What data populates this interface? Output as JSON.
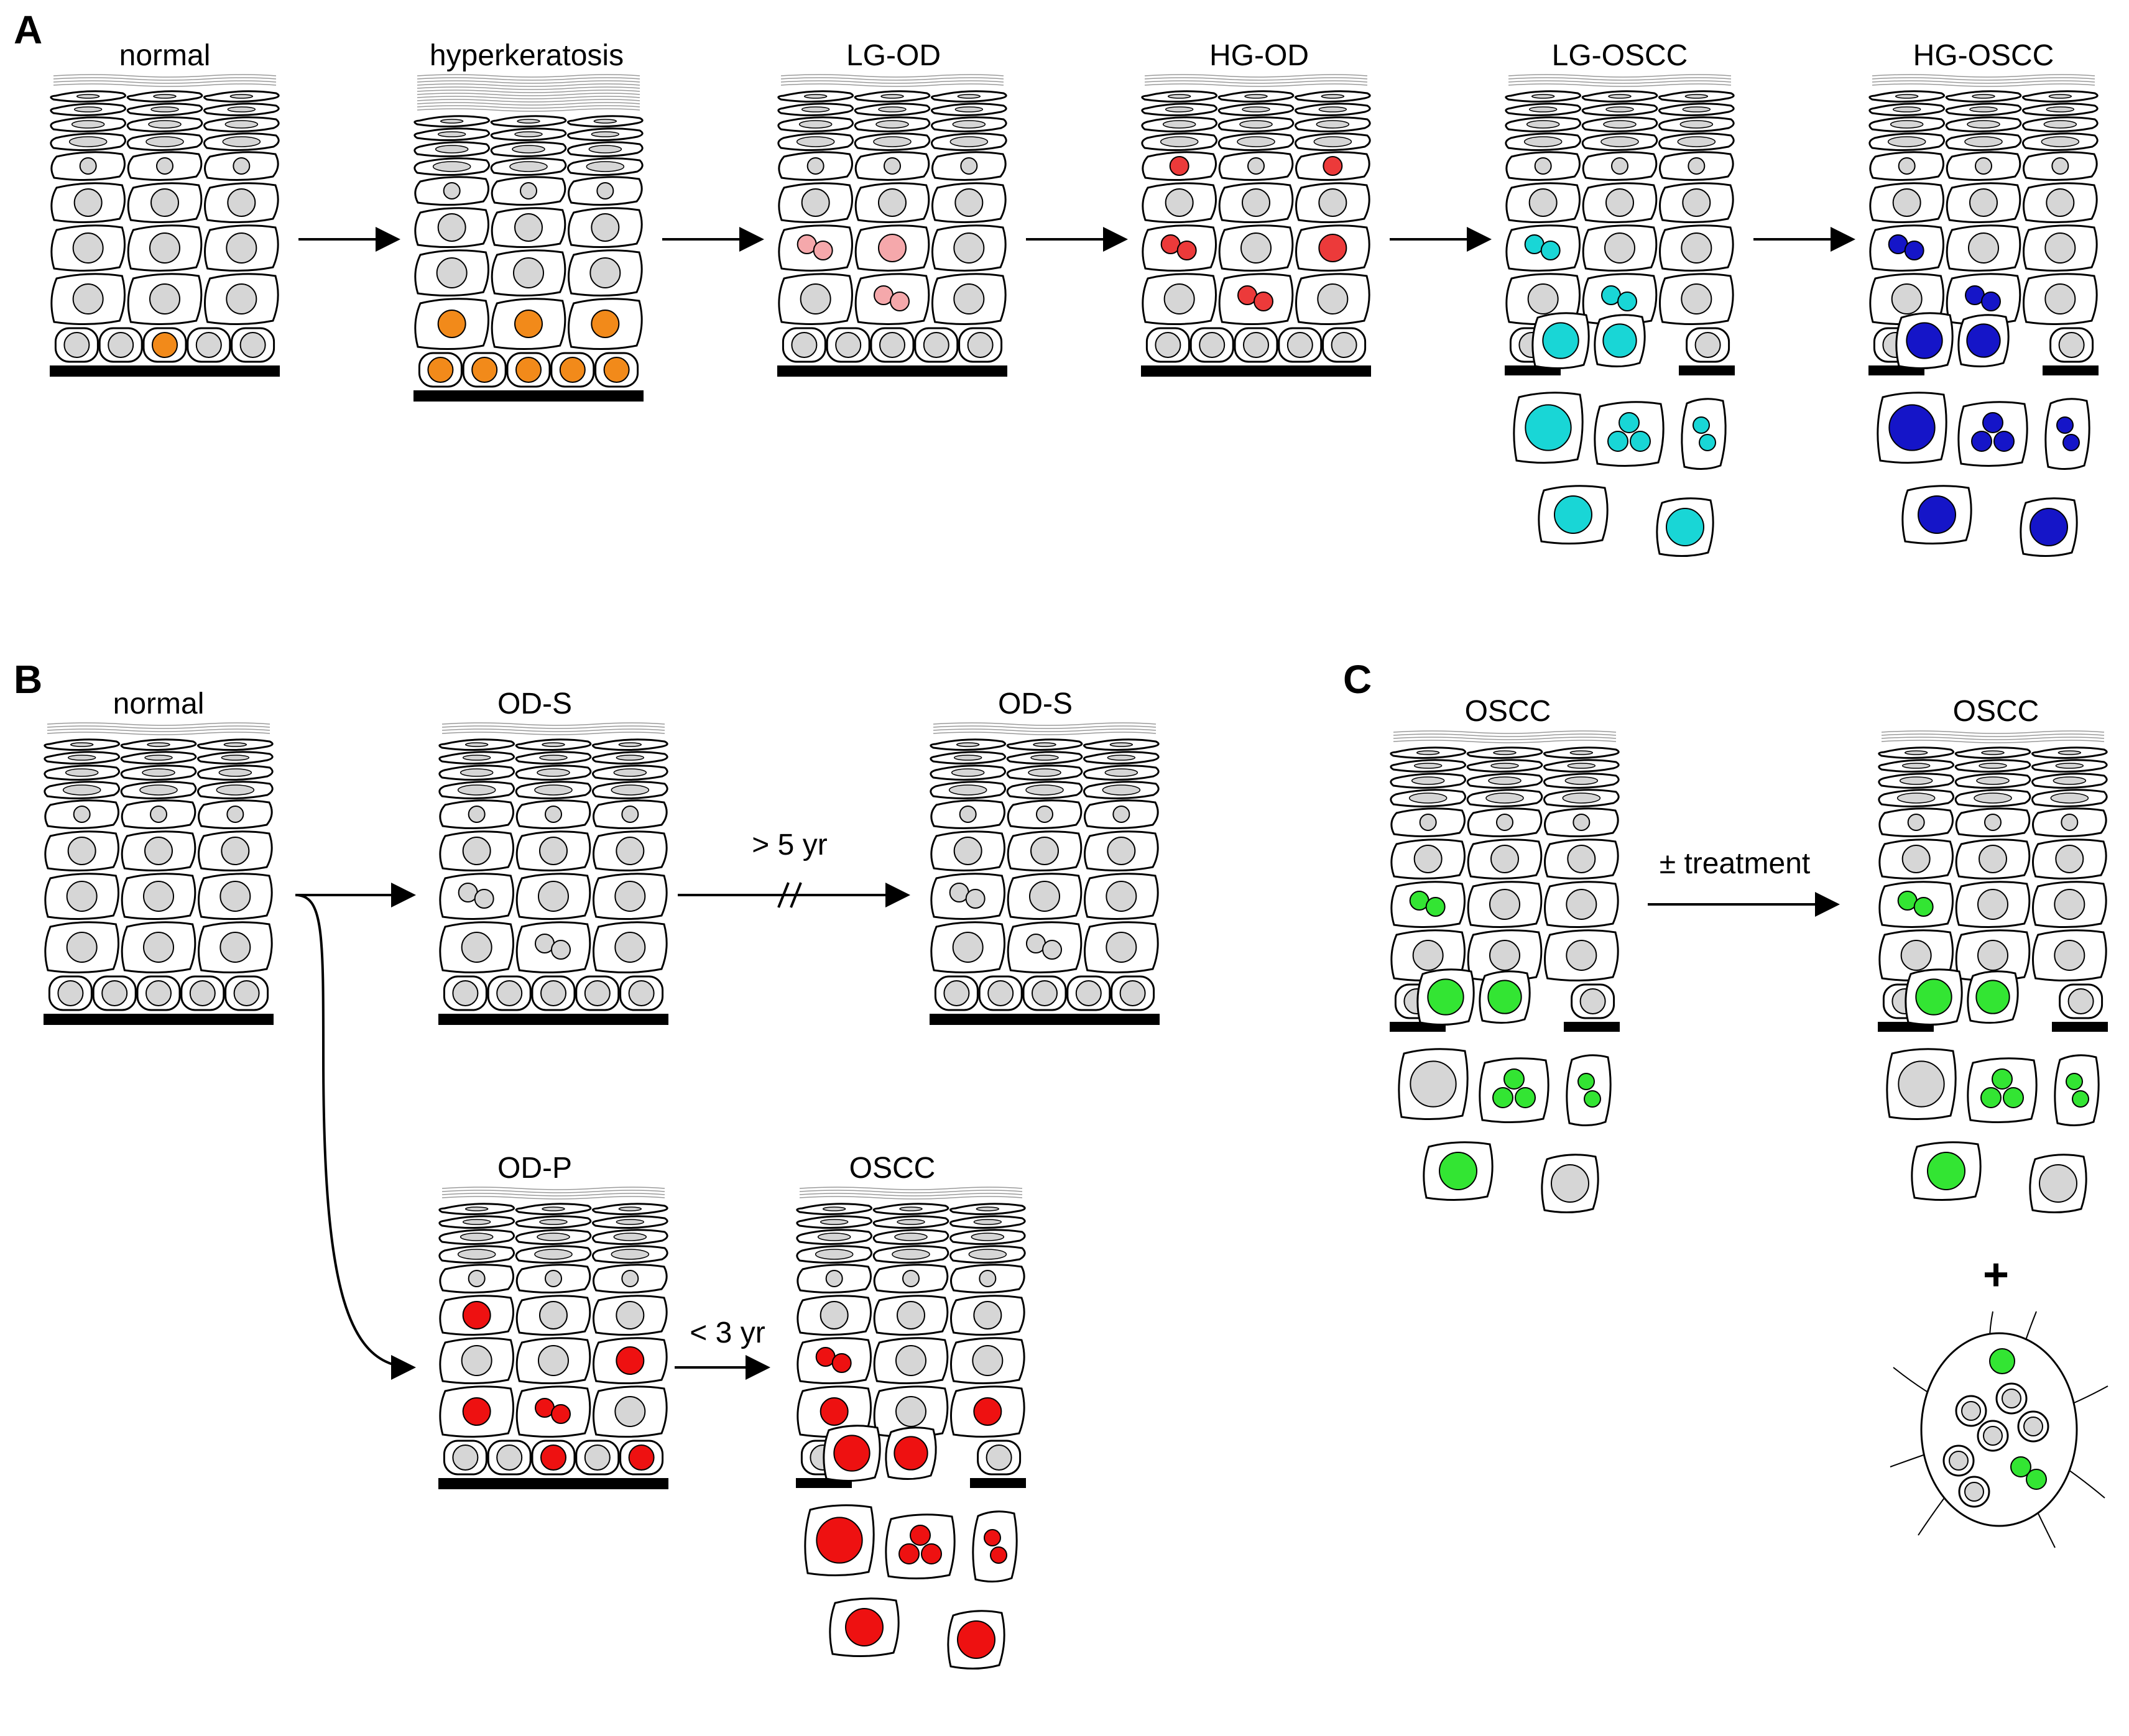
{
  "panels": [
    {
      "letter": "A",
      "stages": [
        {
          "label": "normal",
          "highlight_color": "#f28a1a",
          "invasive": false
        },
        {
          "label": "hyperkeratosis",
          "highlight_color": "#f28a1a",
          "invasive": false
        },
        {
          "label": "LG-OD",
          "highlight_color": "#f5a8ab",
          "invasive": false
        },
        {
          "label": "HG-OD",
          "highlight_color": "#ec3a3a",
          "invasive": false
        },
        {
          "label": "LG-OSCC",
          "highlight_color": "#19d6d6",
          "invasive": true
        },
        {
          "label": "HG-OSCC",
          "highlight_color": "#1515c8",
          "invasive": true
        }
      ]
    },
    {
      "letter": "B",
      "stages": [
        {
          "label": "normal",
          "highlight_color": null,
          "invasive": false
        },
        {
          "label": "OD-S",
          "highlight_color": null,
          "invasive": false
        },
        {
          "label": "OD-S",
          "highlight_color": null,
          "invasive": false
        },
        {
          "label": "OD-P",
          "highlight_color": "#ee1111",
          "invasive": false
        },
        {
          "label": "OSCC",
          "highlight_color": "#ee1111",
          "invasive": true
        }
      ],
      "arrow_notes": [
        "> 5 yr",
        "< 3 yr"
      ]
    },
    {
      "letter": "C",
      "stages": [
        {
          "label": "OSCC",
          "highlight_color": "#33e533",
          "invasive": true
        },
        {
          "label": "OSCC",
          "highlight_color": "#33e533",
          "invasive": true
        }
      ],
      "arrow_notes": [
        "± treatment"
      ],
      "plus_sign": "+"
    }
  ],
  "colors": {
    "cell_fill": "#ffffff",
    "nucleus_gray": "#d6d6d6",
    "outline": "#000000",
    "keratin": "#c8c8c8"
  }
}
